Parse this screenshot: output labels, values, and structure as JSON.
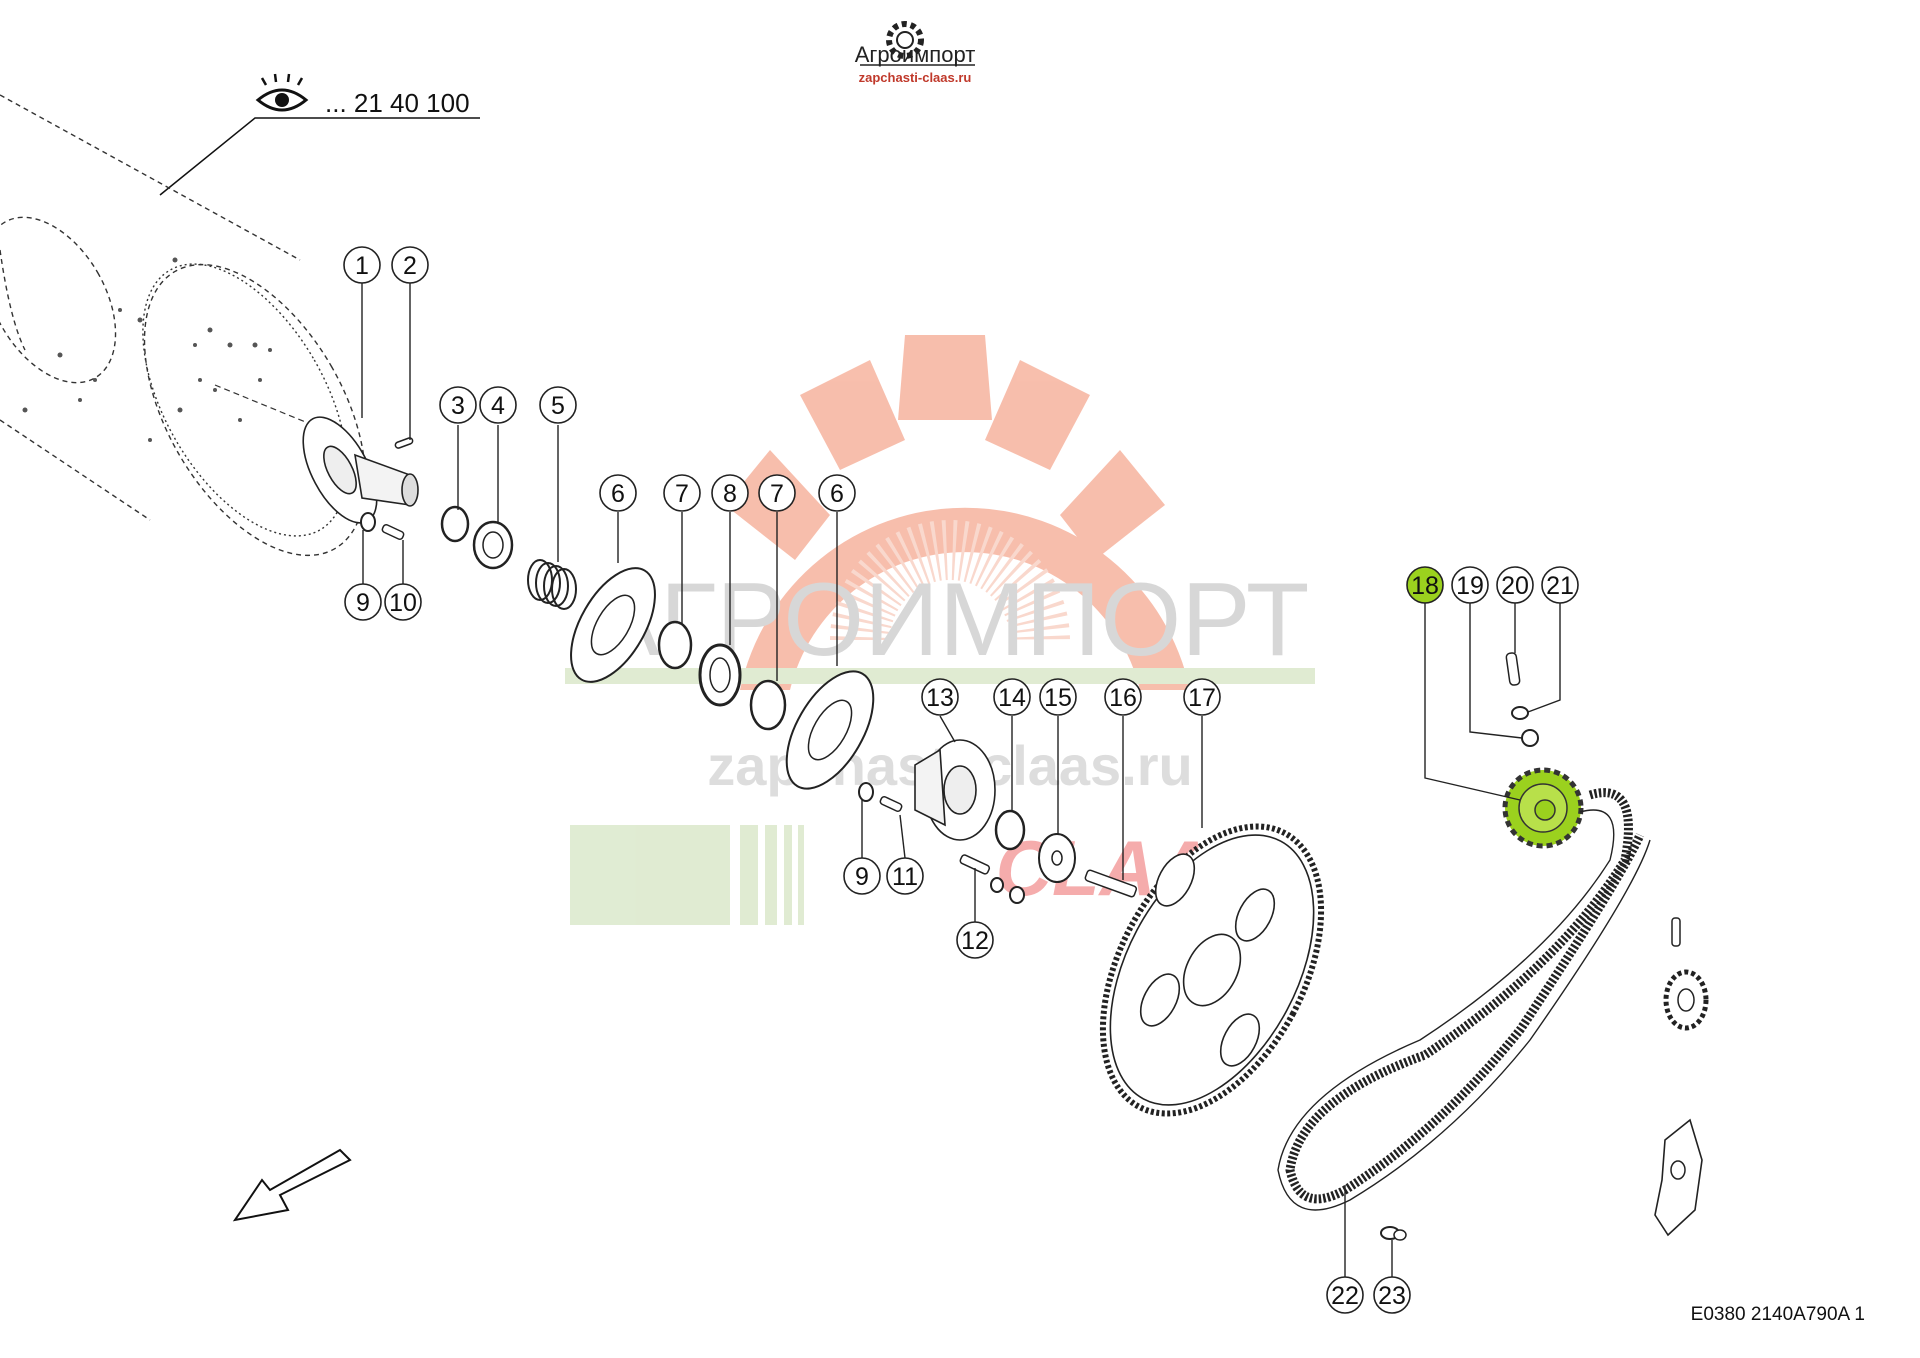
{
  "logo": {
    "brand": "Агроимпорт",
    "site": "zapchasti-claas.ru"
  },
  "watermark": {
    "brand": "АГРОИМПОРТ",
    "site": "zapchasti-claas.ru",
    "maker": "CLAAS",
    "gear_color": "#f28a6a",
    "green_color": "#c7dcae"
  },
  "reference": {
    "text": "... 21 40 100",
    "icon": "eye-icon"
  },
  "diagram_code": "E0380 2140A790A 1",
  "highlight_color": "#9bd11e",
  "callouts": [
    {
      "label": "1"
    },
    {
      "label": "2"
    },
    {
      "label": "3"
    },
    {
      "label": "4"
    },
    {
      "label": "5"
    },
    {
      "label": "6"
    },
    {
      "label": "7"
    },
    {
      "label": "8"
    },
    {
      "label": "7"
    },
    {
      "label": "6"
    },
    {
      "label": "9"
    },
    {
      "label": "10"
    },
    {
      "label": "13"
    },
    {
      "label": "14"
    },
    {
      "label": "15"
    },
    {
      "label": "16"
    },
    {
      "label": "17"
    },
    {
      "label": "9"
    },
    {
      "label": "11"
    },
    {
      "label": "12"
    },
    {
      "label": "18",
      "highlighted": true
    },
    {
      "label": "19"
    },
    {
      "label": "20"
    },
    {
      "label": "21"
    },
    {
      "label": "22"
    },
    {
      "label": "23"
    }
  ]
}
